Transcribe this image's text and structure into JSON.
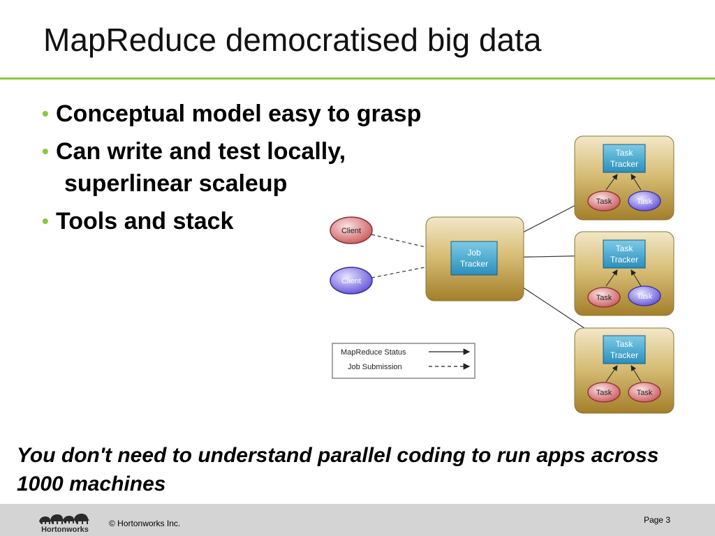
{
  "slide": {
    "title": "MapReduce democratised big data",
    "bullets": [
      {
        "line1": "Conceptual model easy to grasp",
        "line2": ""
      },
      {
        "line1": "Can write and test locally,",
        "line2": "superlinear scaleup"
      },
      {
        "line1": "Tools and stack",
        "line2": ""
      }
    ],
    "tagline": "You don't need to understand parallel coding to run apps across 1000 machines"
  },
  "diagram": {
    "clients": [
      {
        "label": "Client",
        "color": "#d9787a"
      },
      {
        "label": "Client",
        "color": "#7b6fe0"
      }
    ],
    "job_tracker": {
      "line1": "Job",
      "line2": "Tracker"
    },
    "task_trackers": [
      {
        "line1": "Task",
        "line2": "Tracker",
        "tasks": [
          {
            "label": "Task",
            "color": "#d9787a"
          },
          {
            "label": "Task",
            "color": "#7b6fe0"
          }
        ]
      },
      {
        "line1": "Task",
        "line2": "Tracker",
        "tasks": [
          {
            "label": "Task",
            "color": "#d9787a"
          },
          {
            "label": "Task",
            "color": "#7b6fe0"
          }
        ]
      },
      {
        "line1": "Task",
        "line2": "Tracker",
        "tasks": [
          {
            "label": "Task",
            "color": "#d9787a"
          },
          {
            "label": "Task",
            "color": "#d9787a"
          }
        ]
      }
    ],
    "legend": {
      "status": "MapReduce Status",
      "submission": "Job Submission"
    }
  },
  "footer": {
    "logo_text": "Hortonworks",
    "copyright": "© Hortonworks Inc.",
    "page": "Page 3"
  },
  "colors": {
    "accent": "#8dc63f",
    "tracker_box": "#3a9fc9",
    "node_gold": "#c9a24a"
  }
}
